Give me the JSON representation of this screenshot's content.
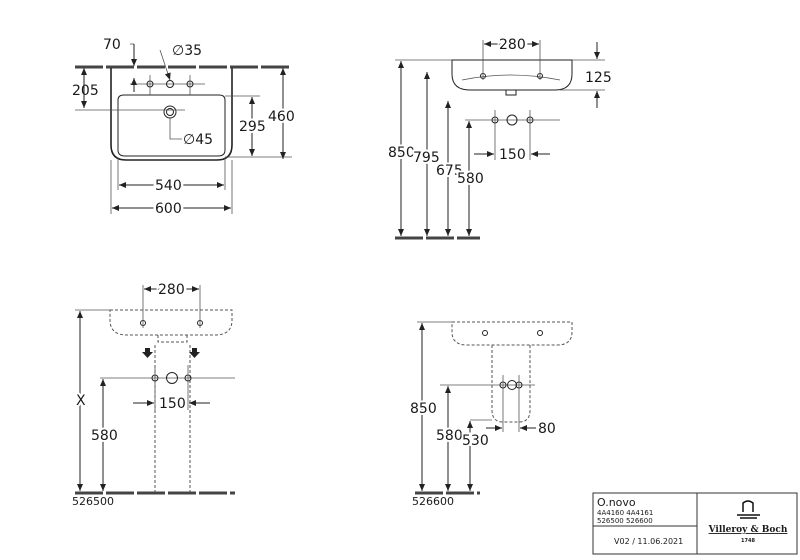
{
  "views": {
    "top": {
      "d70": "70",
      "d35": "∅35",
      "d205": "205",
      "d295": "295",
      "d460": "460",
      "d45": "∅45",
      "d540": "540",
      "d600": "600"
    },
    "side": {
      "d280": "280",
      "d125": "125",
      "d150": "150",
      "d850": "850",
      "d795": "795",
      "d675": "675",
      "d580": "580"
    },
    "front_pedestal": {
      "d280": "280",
      "d150": "150",
      "dx": "X",
      "d580": "580",
      "code": "526500"
    },
    "front_half": {
      "d850": "850",
      "d580": "580",
      "d530": "530",
      "d80": "80",
      "code": "526600"
    }
  },
  "title_block": {
    "product": "O.novo",
    "codes_line1": "4A4160  4A4161",
    "codes_line2": "526500  526600",
    "version": "V02 / 11.06.2021",
    "brand": "Villeroy & Boch",
    "year": "1748"
  }
}
